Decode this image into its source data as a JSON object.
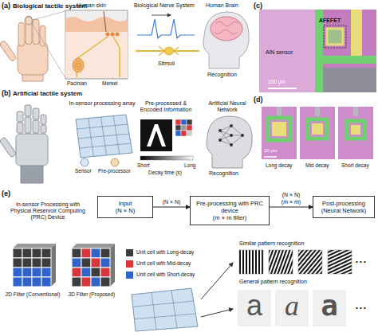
{
  "diagram": {
    "nodes": [
      {
        "text": [
          "Input",
          "(N × N)"
        ]
      },
      {
        "text": [
          "Pre-processing with PRC device",
          "(m × m filter)"
        ]
      },
      {
        "text": [
          "Post-processing",
          "(Neural Network)"
        ]
      }
    ],
    "edges": [
      {
        "from": 0,
        "to": 1,
        "arrow": "to",
        "label": "(N × N)"
      },
      {
        "from": 1,
        "to": 2,
        "arrow": "to",
        "label": "(N × N) (m × m)"
      }
    ],
    "labels": [
      "(a)",
      "Biological tactile system",
      "Human skin",
      "Biological Nerve System",
      "Human Brain",
      "Pacinian",
      "Merkel",
      "Stimuli",
      "Recognition",
      "(b)",
      "Artificial tactile system",
      "In-sensor processing array",
      "Pre-processed & Encoded Information",
      "Artificial Neural Network",
      "Sensor",
      "Pre-processor",
      "Short",
      "Long",
      "Decay time (s)",
      "Recognition",
      "(c)",
      "AlN sensor",
      "AFEFET",
      "100 μm",
      "(d)",
      "10 μm",
      "Long decay",
      "Mid decay",
      "Short decay",
      "(e)",
      "In-sensor Processing with Physical Reservoir Computing (PRC) Device",
      "2D Filter (Conventional)",
      "3D Filter (Proposed)",
      "Similar pattern recognition",
      "General pattern recognition",
      "• • •",
      "• • •",
      "a",
      "a",
      "a"
    ],
    "legend": [
      {
        "text": "Unit cell with Long-decay",
        "color": "#3d3d3d"
      },
      {
        "text": "Unit cell with Mid-decay",
        "color": "#d8363a"
      },
      {
        "text": "Unit cell with Short-decay",
        "color": "#2f63c8"
      }
    ]
  }
}
